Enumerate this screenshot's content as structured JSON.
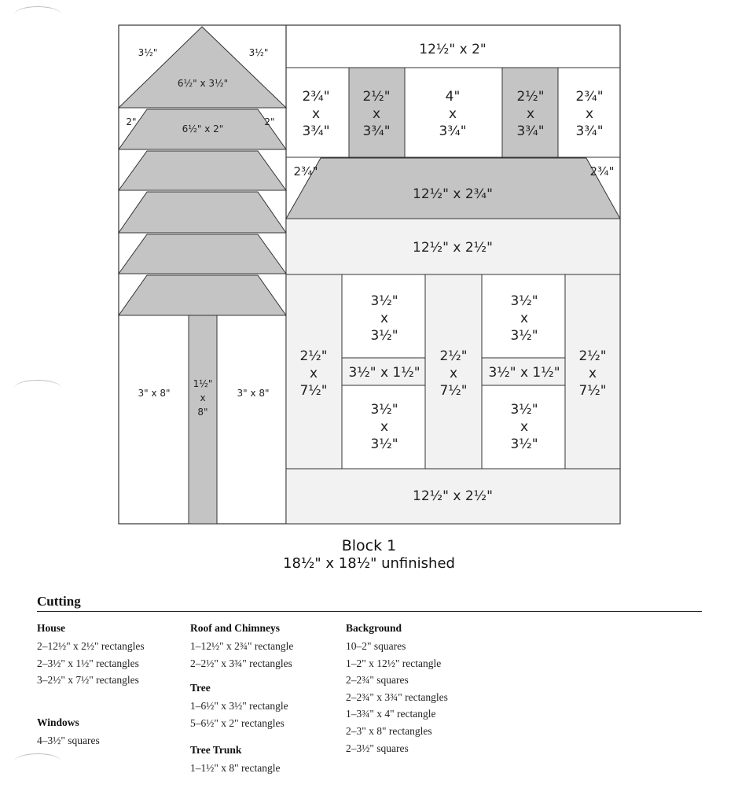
{
  "diagram": {
    "tree_labels": {
      "left_corner": "3½\"",
      "right_corner": "3½\"",
      "top_triangle": "6½\" x 3½\"",
      "row2_left": "2\"",
      "row2_right": "2\"",
      "row2_center": "6½\" x 2\"",
      "trunk_left": "3\" x 8\"",
      "trunk_right": "3\" x 8\"",
      "trunk": [
        "1½\"",
        "x",
        "8\""
      ]
    },
    "house_labels": {
      "top_strip": "12½\" x 2\"",
      "chimney_row": [
        [
          "2¾\"",
          "x",
          "3¾\""
        ],
        [
          "2½\"",
          "x",
          "3¾\""
        ],
        [
          "4\"",
          "x",
          "3¾\""
        ],
        [
          "2½\"",
          "x",
          "3¾\""
        ],
        [
          "2¾\"",
          "x",
          "3¾\""
        ]
      ],
      "roof_left": "2¾\"",
      "roof_right": "2¾\"",
      "roof": "12½\" x 2¾\"",
      "mid_strip": "12½\" x 2½\"",
      "column_1": [
        "2½\"",
        "x",
        "7½\""
      ],
      "window_1_top": [
        "3½\"",
        "x",
        "3½\""
      ],
      "window_1_sill": "3½\" x 1½\"",
      "window_1_bottom": [
        "3½\"",
        "x",
        "3½\""
      ],
      "column_2": [
        "2½\"",
        "x",
        "7½\""
      ],
      "window_2_top": [
        "3½\"",
        "x",
        "3½\""
      ],
      "window_2_sill": "3½\" x 1½\"",
      "window_2_bottom": [
        "3½\"",
        "x",
        "3½\""
      ],
      "column_3": [
        "2½\"",
        "x",
        "7½\""
      ],
      "bottom_strip": "12½\" x 2½\""
    }
  },
  "caption": {
    "title": "Block 1",
    "size": "18½\" x 18½\" unfinished"
  },
  "cutting": {
    "heading": "Cutting",
    "columns": [
      {
        "groups": [
          {
            "title": "House",
            "items": [
              "2–12½\" x 2½\" rectangles",
              "2–3½\" x 1½\" rectangles",
              "3–2½\" x 7½\" rectangles"
            ]
          },
          {
            "title": "Windows",
            "items": [
              "4–3½\" squares"
            ]
          }
        ]
      },
      {
        "groups": [
          {
            "title": "Roof and Chimneys",
            "items": [
              "1–12½\" x 2¾\" rectangle",
              "2–2½\" x 3¾\" rectangles"
            ]
          },
          {
            "title": "Tree",
            "items": [
              "1–6½\" x 3½\" rectangle",
              "5–6½\" x 2\" rectangles"
            ]
          },
          {
            "title": "Tree Trunk",
            "items": [
              "1–1½\" x 8\" rectangle"
            ]
          }
        ]
      },
      {
        "groups": [
          {
            "title": "Background",
            "items": [
              "10–2\" squares",
              "1–2\" x 12½\" rectangle",
              "2–2¾\" squares",
              "2–2¾\" x 3¾\" rectangles",
              "1–3¾\" x 4\" rectangle",
              "2–3\" x 8\" rectangles",
              "2–3½\" squares"
            ]
          }
        ]
      }
    ]
  },
  "colors": {
    "fabric_gray": "#c4c4c4",
    "fabric_light": "#f2f2f2",
    "background": "#ffffff",
    "outline": "#333333"
  }
}
